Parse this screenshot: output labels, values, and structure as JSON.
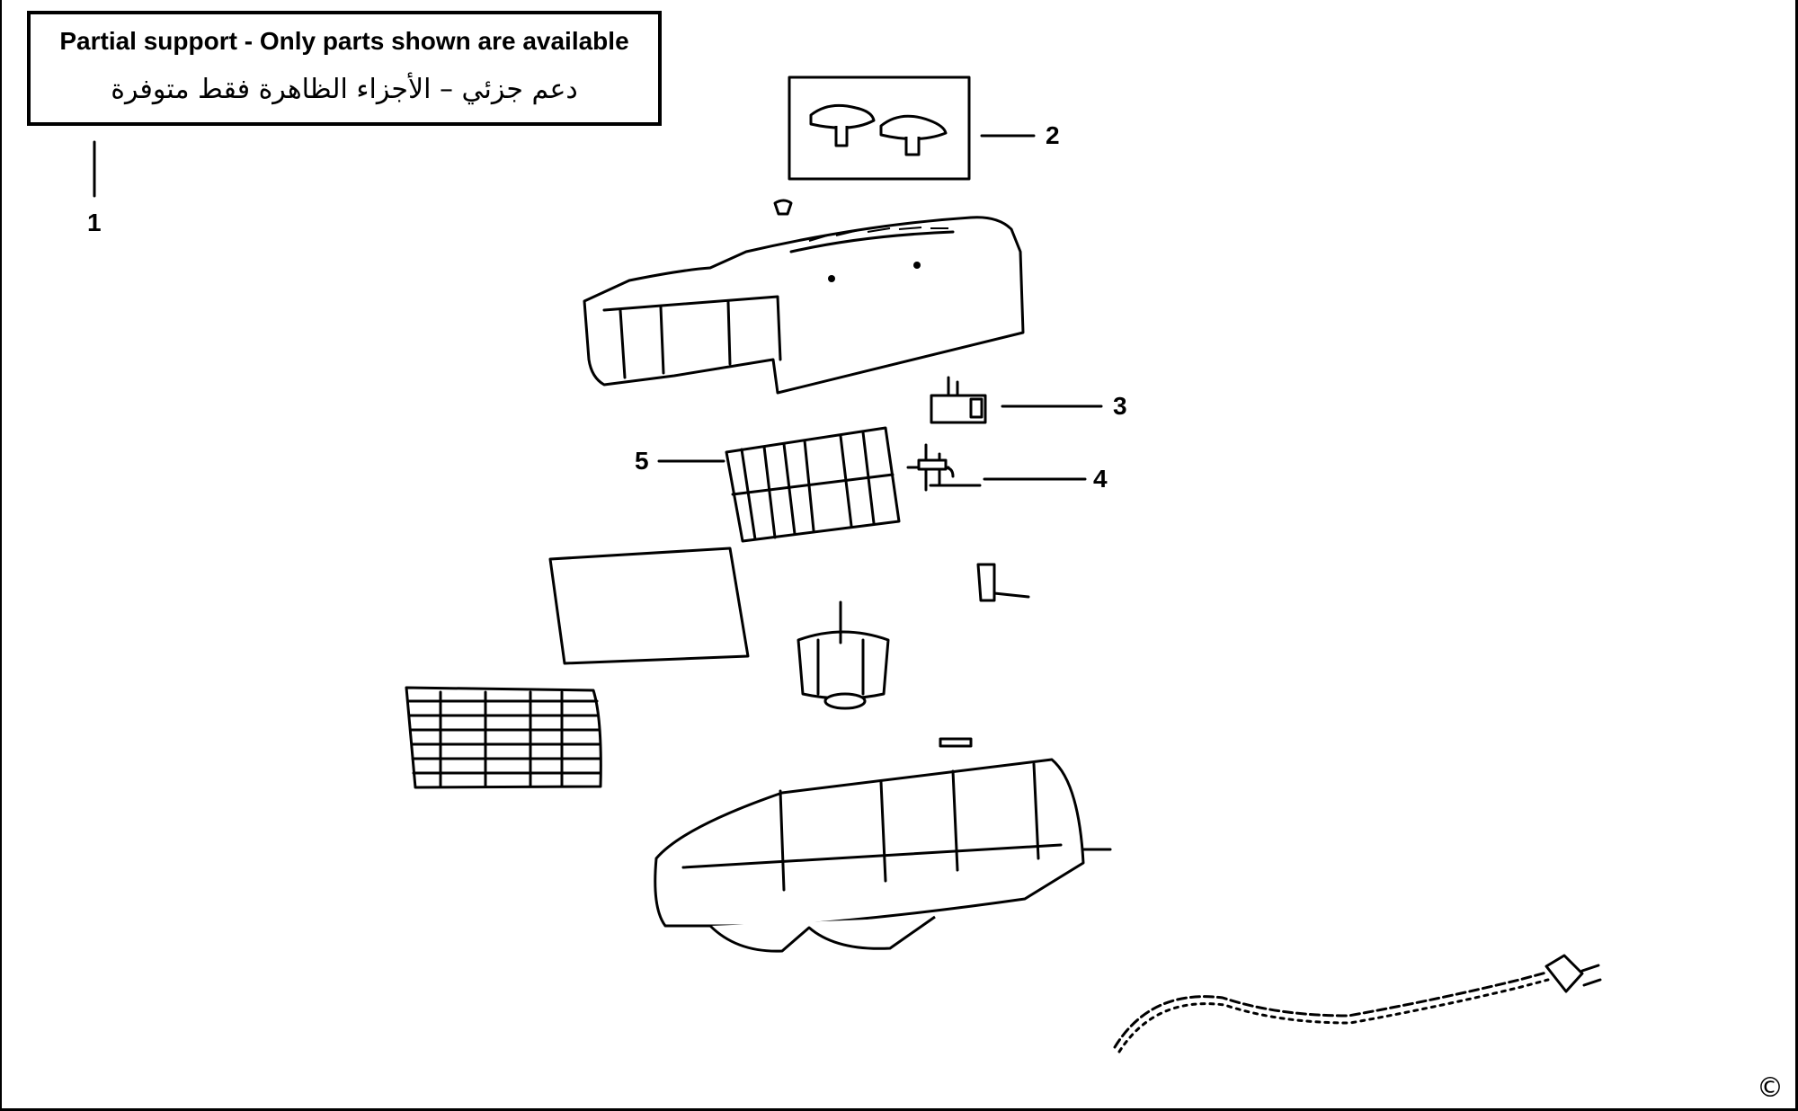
{
  "notice": {
    "english": "Partial support - Only parts shown are available",
    "arabic": "دعم جزئي – الأجزاء الظاهرة فقط متوفرة"
  },
  "callouts": [
    {
      "id": "1",
      "label": "1"
    },
    {
      "id": "2",
      "label": "2"
    },
    {
      "id": "3",
      "label": "3"
    },
    {
      "id": "4",
      "label": "4"
    },
    {
      "id": "5",
      "label": "5"
    }
  ],
  "copyright_symbol": "©",
  "colors": {
    "line": "#000000",
    "background": "#ffffff"
  }
}
